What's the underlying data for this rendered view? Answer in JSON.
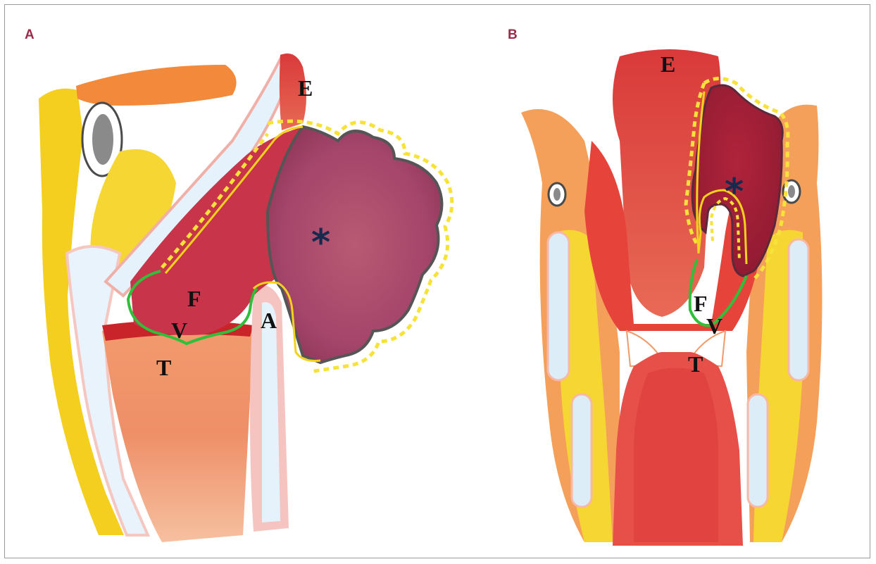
{
  "panels": [
    {
      "letter": "A",
      "labels": {
        "E": "E",
        "F": "F",
        "V": "V",
        "T": "T",
        "A": "A",
        "tumor": "*"
      }
    },
    {
      "letter": "B",
      "labels": {
        "E": "E",
        "F": "F",
        "V": "V",
        "T": "T",
        "tumor": "*"
      }
    }
  ],
  "colors": {
    "letter": "#9b2b49",
    "tumor_margin_dashed": "#f7e23a",
    "mucosa_line": "#f2d21c",
    "green_line": "#2fbf3a",
    "tumor_outline": "#555555",
    "tumor_fill": "#a84665"
  }
}
